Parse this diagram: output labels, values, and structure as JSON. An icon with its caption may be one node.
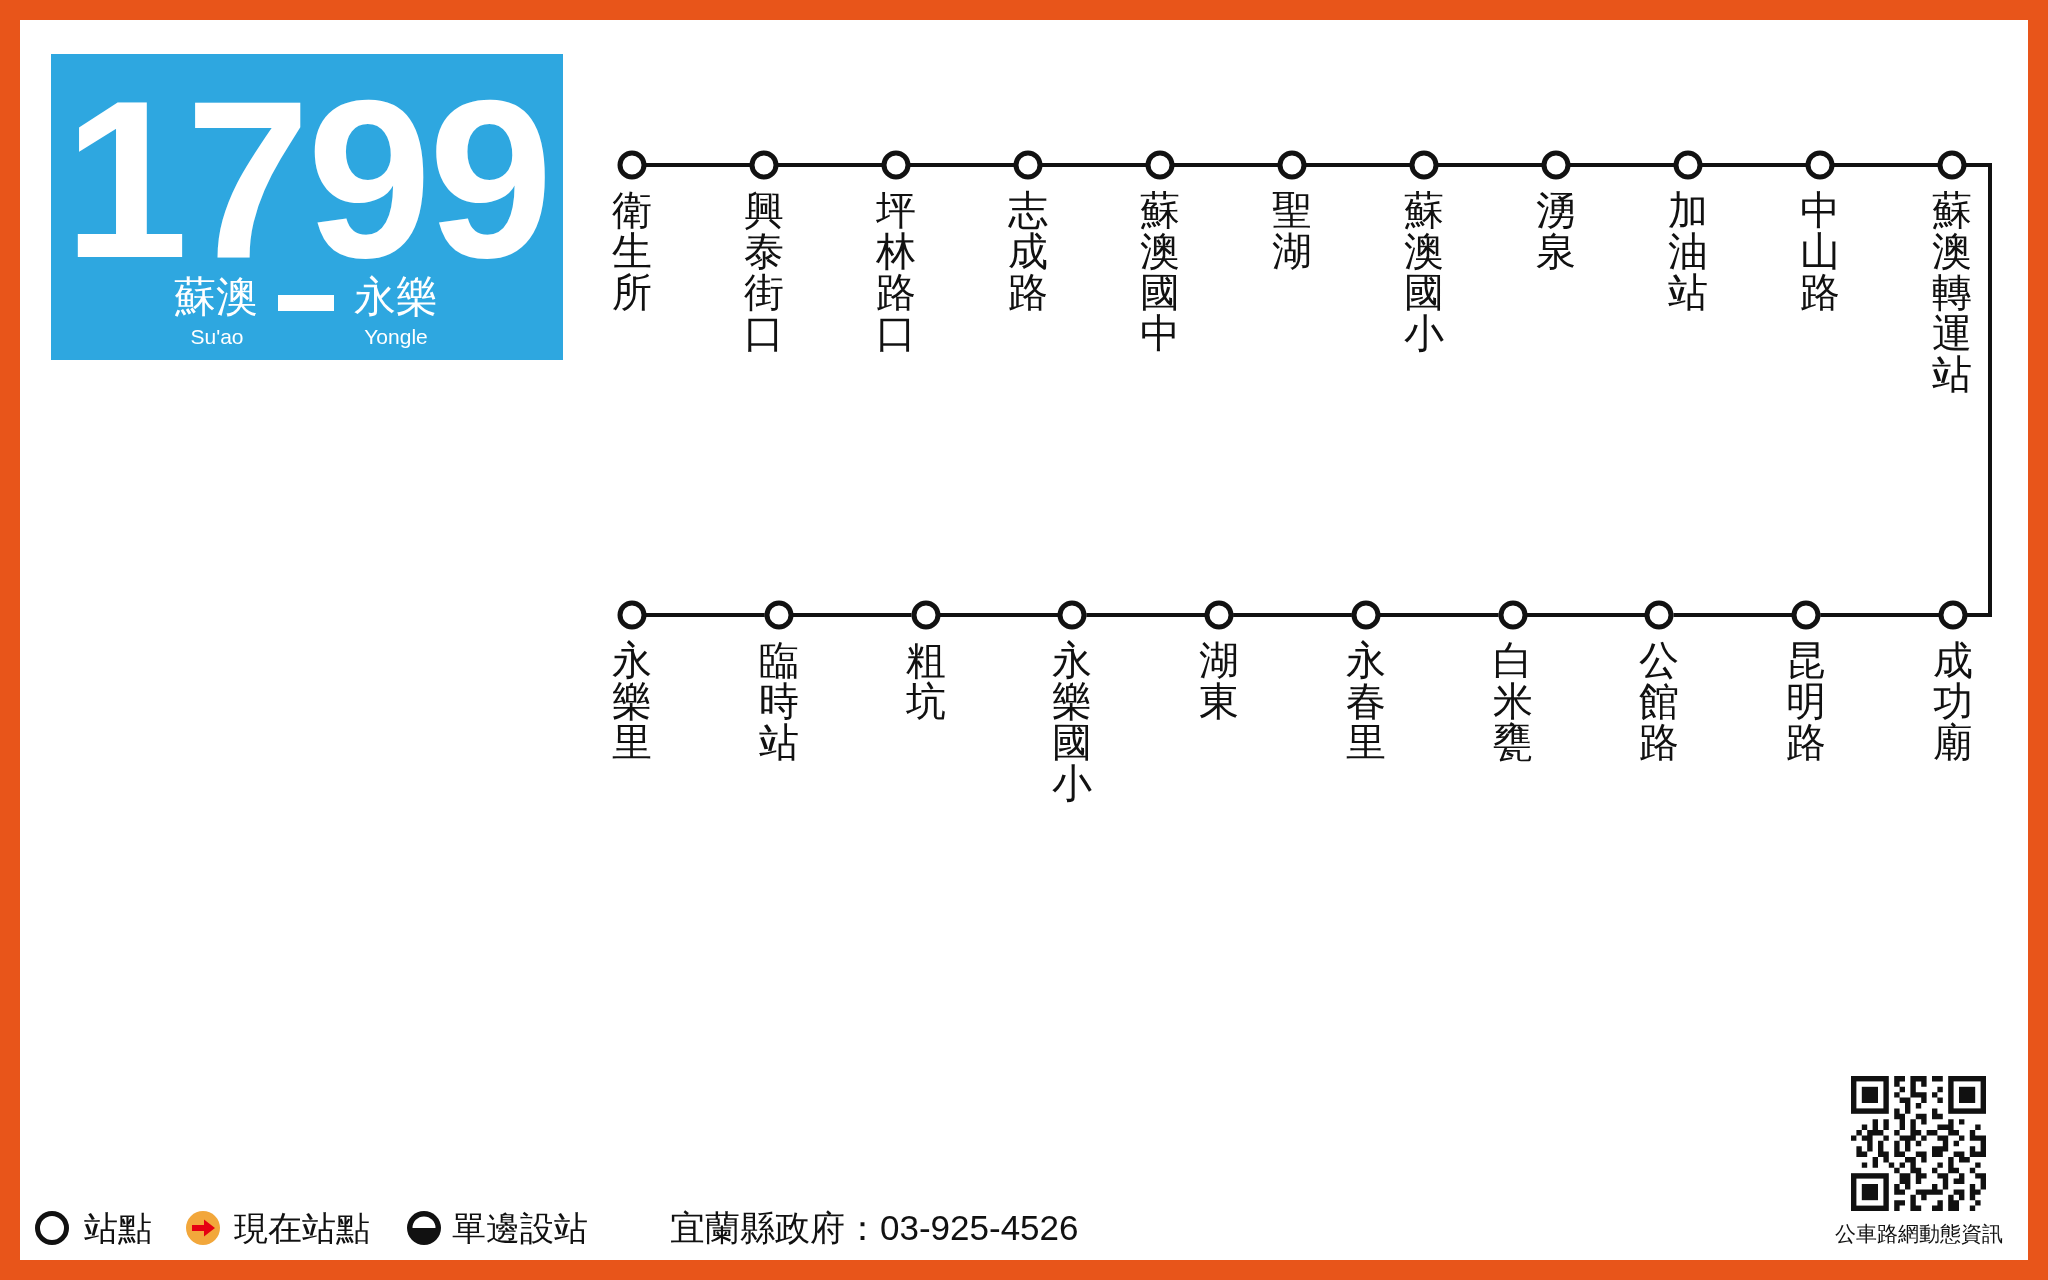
{
  "diagram": {
    "nodes": [
      {
        "text": [
          "1799",
          "蘇澳",
          "永樂",
          "Su'ao",
          "Yongle"
        ]
      },
      {
        "text": [
          "衛生所"
        ]
      },
      {
        "text": [
          "興泰街口"
        ]
      },
      {
        "text": [
          "坪林路口"
        ]
      },
      {
        "text": [
          "志成路"
        ]
      },
      {
        "text": [
          "蘇澳國中"
        ]
      },
      {
        "text": [
          "聖湖"
        ]
      },
      {
        "text": [
          "蘇澳國小"
        ]
      },
      {
        "text": [
          "湧泉"
        ]
      },
      {
        "text": [
          "加油站"
        ]
      },
      {
        "text": [
          "中山路"
        ]
      },
      {
        "text": [
          "蘇澳轉運站"
        ]
      },
      {
        "text": [
          "成功廟"
        ]
      },
      {
        "text": [
          "昆明路"
        ]
      },
      {
        "text": [
          "公館路"
        ]
      },
      {
        "text": [
          "白米甕"
        ]
      },
      {
        "text": [
          "永春里"
        ]
      },
      {
        "text": [
          "湖東"
        ]
      },
      {
        "text": [
          "永樂國小"
        ]
      },
      {
        "text": [
          "粗坑"
        ]
      },
      {
        "text": [
          "臨時站"
        ]
      },
      {
        "text": [
          "永樂里"
        ]
      }
    ],
    "edges": [
      {
        "from": 1,
        "to": 2,
        "arrow": "none"
      },
      {
        "from": 2,
        "to": 3,
        "arrow": "none"
      },
      {
        "from": 3,
        "to": 4,
        "arrow": "none"
      },
      {
        "from": 4,
        "to": 5,
        "arrow": "none"
      },
      {
        "from": 5,
        "to": 6,
        "arrow": "none"
      },
      {
        "from": 6,
        "to": 7,
        "arrow": "none"
      },
      {
        "from": 7,
        "to": 8,
        "arrow": "none"
      },
      {
        "from": 8,
        "to": 9,
        "arrow": "none"
      },
      {
        "from": 9,
        "to": 10,
        "arrow": "none"
      },
      {
        "from": 10,
        "to": 11,
        "arrow": "none"
      },
      {
        "from": 11,
        "to": 12,
        "arrow": "none"
      },
      {
        "from": 12,
        "to": 13,
        "arrow": "none"
      },
      {
        "from": 13,
        "to": 14,
        "arrow": "none"
      },
      {
        "from": 14,
        "to": 15,
        "arrow": "none"
      },
      {
        "from": 15,
        "to": 16,
        "arrow": "none"
      },
      {
        "from": 16,
        "to": 17,
        "arrow": "none"
      },
      {
        "from": 17,
        "to": 18,
        "arrow": "none"
      },
      {
        "from": 18,
        "to": 19,
        "arrow": "none"
      },
      {
        "from": 19,
        "to": 20,
        "arrow": "none"
      },
      {
        "from": 20,
        "to": 21,
        "arrow": "none"
      }
    ],
    "labels": [
      "宜蘭縣政府：03-925-4526",
      "公車路網動態資訊"
    ],
    "legend": [
      {
        "text": "站點"
      },
      {
        "text": "現在站點"
      },
      {
        "text": "單邊設站"
      }
    ]
  }
}
